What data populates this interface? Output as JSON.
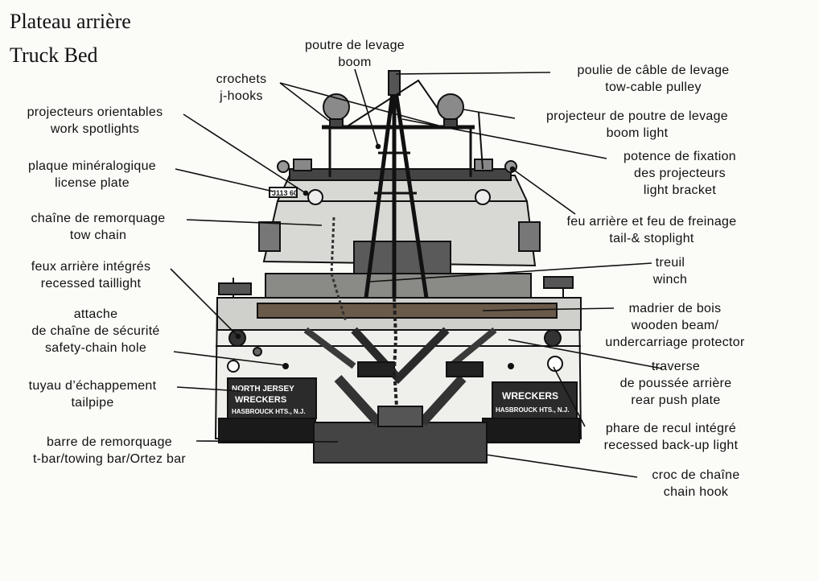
{
  "title": {
    "fr": "Plateau arrière",
    "en": "Truck Bed"
  },
  "truck_decals": {
    "left_panel": "WRECKERS",
    "left_sub": "HASBROUCK HTS., N.J.",
    "right_panel": "WRECKERS",
    "right_sub": "HASBROUCK HTS., N.J.",
    "left_top": "NORTH JERSEY",
    "plate": "J113 60"
  },
  "labels": {
    "boom": {
      "fr": "poutre de levage",
      "en": "boom"
    },
    "jhooks": {
      "fr": "crochets",
      "en": "j-hooks"
    },
    "spotlights": {
      "fr": "projecteurs orientables",
      "en": "work spotlights"
    },
    "plate": {
      "fr": "plaque minéralogique",
      "en": "license plate"
    },
    "towchain": {
      "fr": "chaîne de remorquage",
      "en": "tow chain"
    },
    "taillight": {
      "fr": "feux arrière intégrés",
      "en": "recessed taillight"
    },
    "safetychain": {
      "fr1": "attache",
      "fr2": "de chaîne de sécurité",
      "en": "safety-chain hole"
    },
    "tailpipe": {
      "fr": "tuyau d’échappement",
      "en": "tailpipe"
    },
    "towbar": {
      "fr": "barre de remorquage",
      "en": "t-bar/towing bar/Ortez bar"
    },
    "pulley": {
      "fr": "poulie de câble de levage",
      "en": "tow-cable pulley"
    },
    "boomlight": {
      "fr": "projecteur de poutre de levage",
      "en": "boom light"
    },
    "bracket": {
      "fr1": "potence de fixation",
      "fr2": "des projecteurs",
      "en": "light bracket"
    },
    "stoplight": {
      "fr": "feu arrière et feu de freinage",
      "en": "tail-& stoplight"
    },
    "winch": {
      "fr": "treuil",
      "en": "winch"
    },
    "beam": {
      "fr": "madrier de bois",
      "en1": "wooden beam/",
      "en2": "undercarriage protector"
    },
    "pushplate": {
      "fr1": "traverse",
      "fr2": "de poussée arrière",
      "en": "rear push plate"
    },
    "backup": {
      "fr": "phare de recul intégré",
      "en": "recessed back-up light"
    },
    "chainhook": {
      "fr": "croc de chaîne",
      "en": "chain hook"
    }
  }
}
